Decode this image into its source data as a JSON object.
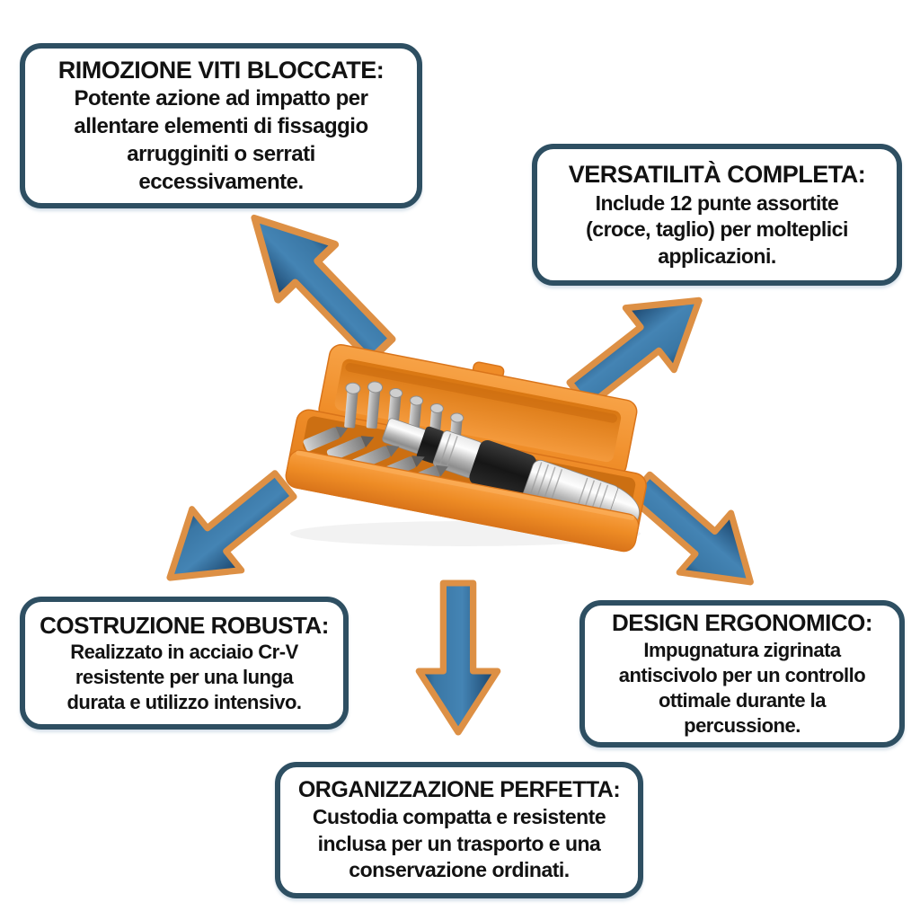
{
  "colors": {
    "background": "#ffffff",
    "box_border": "#2e4f62",
    "box_fill": "#ffffff",
    "text": "#121212",
    "arrow_blue_dark": "#1f4e76",
    "arrow_blue_light": "#4484b4",
    "arrow_outline_orange": "#dd9045",
    "case_orange": "#ef8c28"
  },
  "callouts": [
    {
      "id": "stuck-screw-removal",
      "position": "top-left",
      "title": "RIMOZIONE VITI BLOCCATE:",
      "body": "Potente azione ad impatto per\nallentare elementi di fissaggio\narrugginiti o serrati\neccessivamente."
    },
    {
      "id": "complete-versatility",
      "position": "top-right",
      "title": "VERSATILITÀ COMPLETA:",
      "body": "Include 12 punte assortite\n(croce, taglio) per molteplici\napplicazioni."
    },
    {
      "id": "robust-construction",
      "position": "bottom-left",
      "title": "COSTRUZIONE ROBUSTA:",
      "body": "Realizzato in acciaio Cr-V\nresistente per una lunga\ndurata e utilizzo intensivo."
    },
    {
      "id": "ergonomic-design",
      "position": "bottom-right",
      "title": "DESIGN ERGONOMICO:",
      "body": "Impugnatura zigrinata\nantiscivolo per un controllo\nottimale durante la\npercussione."
    },
    {
      "id": "perfect-organization",
      "position": "bottom-center",
      "title": "ORGANIZZAZIONE PERFETTA:",
      "body": "Custodia compatta e resistente\ninclusa per un trasporto e una\nconservazione ordinati."
    }
  ],
  "arrows": [
    {
      "direction": "up-left"
    },
    {
      "direction": "up-right"
    },
    {
      "direction": "down-left"
    },
    {
      "direction": "down-right"
    },
    {
      "direction": "down"
    }
  ],
  "product_image": {
    "name": "impact-screwdriver-set-photo",
    "description": "Avvitatore a percussione cromato con punte assortite in custodia arancione aperta"
  }
}
